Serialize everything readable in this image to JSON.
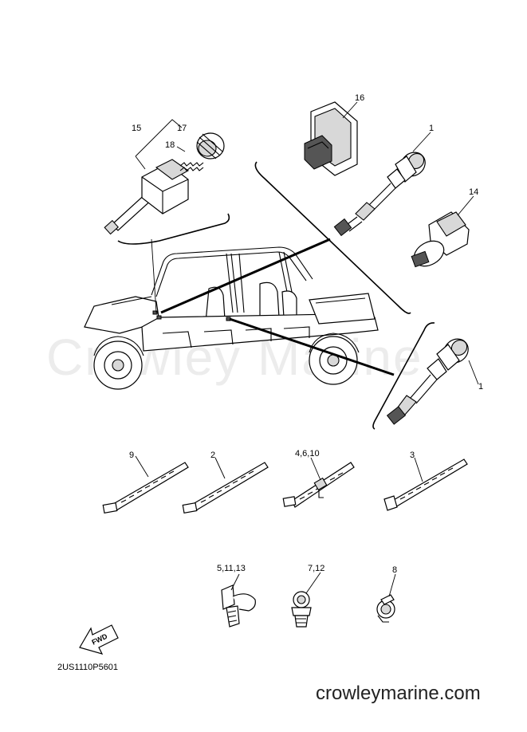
{
  "watermark": "Crowley Marine",
  "part_labels": {
    "p1a": "1",
    "p1b": "1",
    "p2": "2",
    "p3": "3",
    "p4_6_10": "4,6,10",
    "p5_11_13": "5,11,13",
    "p7_12": "7,12",
    "p8": "8",
    "p9": "9",
    "p14": "14",
    "p15": "15",
    "p16": "16",
    "p17": "17",
    "p18": "18"
  },
  "fwd_label": "FWD",
  "diagram_code": "2US1110P5601",
  "site_url": "crowleymarine.com"
}
